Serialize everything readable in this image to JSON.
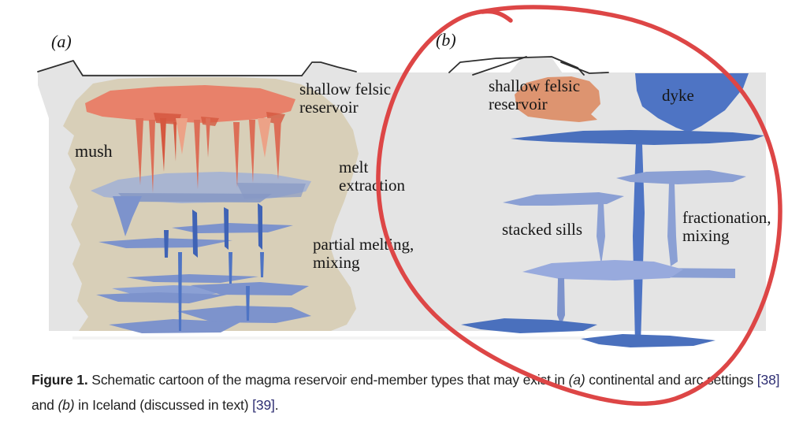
{
  "figure": {
    "panel_a": {
      "label": "(a)",
      "mush_label": "mush",
      "reservoir_label_line1": "shallow felsic",
      "reservoir_label_line2": "reservoir",
      "melt_label_line1": "melt",
      "melt_label_line2": "extraction",
      "partial_label_line1": "partial melting,",
      "partial_label_line2": "mixing"
    },
    "panel_b": {
      "label": "(b)",
      "reservoir_label_line1": "shallow felsic",
      "reservoir_label_line2": "reservoir",
      "dyke_label": "dyke",
      "stacked_label": "stacked sills",
      "fractionation_label_line1": "fractionation,",
      "fractionation_label_line2": "mixing"
    },
    "annotation": {
      "shape": "hand-drawn red circle around panel (b)",
      "color": "#dd4646"
    }
  },
  "caption": {
    "figure_label": "Figure 1.",
    "line1_text": " Schematic cartoon of the magma reservoir end-member types that may exist in ",
    "line1_a": "(a)",
    "line1_tail": " continental and arc settings ",
    "ref1": "[38]",
    "line2_pre": "and ",
    "line2_b": "(b)",
    "line2_tail": " in Iceland (discussed in text) ",
    "ref2": "[39]",
    "line2_period": "."
  },
  "colors": {
    "page_bg": "#ffffff",
    "ground": "#e4e4e4",
    "mush": "#d8cfb8",
    "reservoir_a": "#e8816a",
    "drip_red": "#dc6e57",
    "drip_red_dark": "#d5573f",
    "reservoir_b": "#dd9470",
    "slate_sill": "#a9b5d1",
    "slate_dark": "#8799c4",
    "sill_medium": "#7d93cc",
    "sill_light": "#8ba0d4",
    "sill_lighter": "#98aadd",
    "sill_dark": "#4a70bd",
    "dyke_blue": "#4e74c4",
    "spindle_dark": "#3f63b5",
    "outline_black": "#2e2e2e",
    "annotation_red": "#dd4646",
    "ref_blue": "#2e2e73",
    "text_black": "#161616"
  }
}
